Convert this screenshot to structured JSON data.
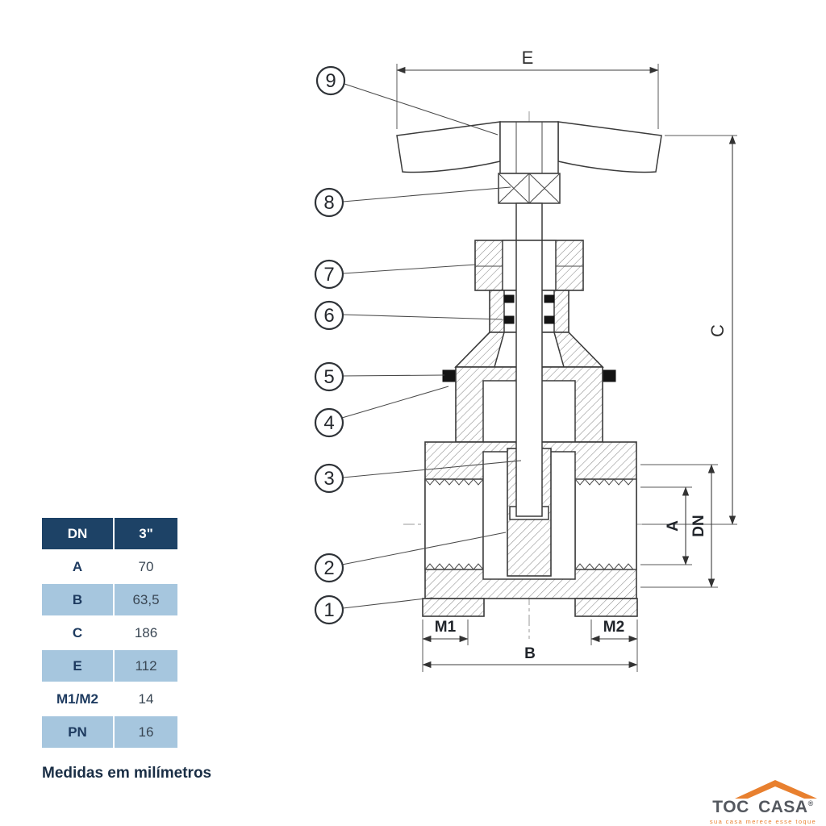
{
  "diagram": {
    "callouts": [
      "9",
      "8",
      "7",
      "6",
      "5",
      "4",
      "3",
      "2",
      "1"
    ],
    "dimensions": {
      "e": "E",
      "c": "C",
      "a": "A",
      "dn": "DN",
      "m1": "M1",
      "m2": "M2",
      "b": "B"
    }
  },
  "table": {
    "header": [
      "DN",
      "3\""
    ],
    "rows": [
      {
        "label": "A",
        "value": "70"
      },
      {
        "label": "B",
        "value": "63,5"
      },
      {
        "label": "C",
        "value": "186"
      },
      {
        "label": "E",
        "value": "112"
      },
      {
        "label": "M1/M2",
        "value": "14"
      },
      {
        "label": "PN",
        "value": "16"
      }
    ],
    "footnote": "Medidas em milímetros"
  },
  "logo": {
    "name": "TOC CASA",
    "registered": "®",
    "tagline": "sua casa merece esse toque"
  },
  "colors": {
    "header_bg": "#1d4266",
    "row_alt": "#a6c6de",
    "accent_orange": "#e8802f",
    "line": "#3b3b3b"
  }
}
